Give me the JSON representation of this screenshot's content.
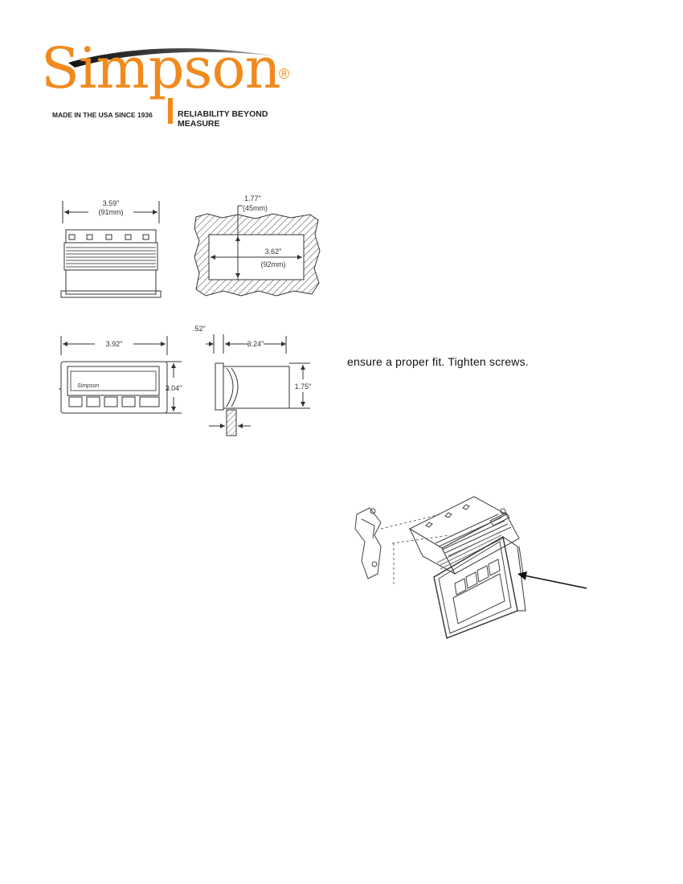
{
  "header": {
    "brand_name": "Simpson",
    "registered_mark": "®",
    "origin_tagline": "MADE IN THE USA SINCE 1936",
    "slogan": "RELIABILITY BEYOND MEASURE",
    "colors": {
      "brand_orange": "#F08A1E",
      "swoosh_dark": "#333333"
    }
  },
  "dimension_drawings": {
    "rear_width": {
      "inches": "3.59\"",
      "mm": "(91mm)"
    },
    "cutout_height": {
      "inches": "1.77\"",
      "mm": "(45mm)"
    },
    "cutout_width": {
      "inches": "3.62\"",
      "mm": "(92mm)"
    },
    "front_width": "3.92\"",
    "front_height": "2.04\"",
    "bezel_depth": ".52\"",
    "case_depth": "3.24\"",
    "case_height": "1.75\"",
    "bezel_logo": "Simpson"
  },
  "instructions": {
    "text_line": "ensure a proper fit.  Tighten screws."
  }
}
